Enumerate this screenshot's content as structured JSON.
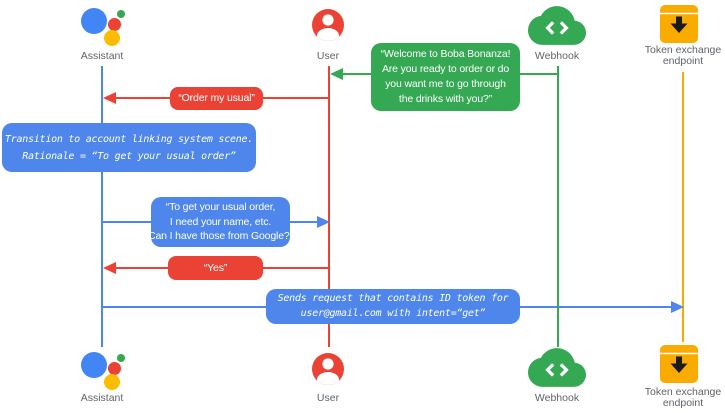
{
  "colors": {
    "blue": "#4E86EC",
    "red": "#EA4335",
    "green": "#34A853",
    "yellow": "#F9AB00",
    "assistant-blue": "#4285F4",
    "assistant-yellow": "#FBBC04",
    "label-gray": "#5F6368"
  },
  "actors": {
    "assistant": {
      "label": "Assistant",
      "icon": "google-assistant-logo",
      "lifeline_color": "#4E86EC"
    },
    "user": {
      "label": "User",
      "icon": "user-avatar",
      "lifeline_color": "#EA4335"
    },
    "webhook": {
      "label": "Webhook",
      "icon": "code-cloud",
      "lifeline_color": "#34A853"
    },
    "token": {
      "label": "Token exchange endpoint",
      "icon": "archive-box-down-arrow",
      "lifeline_color": "#F9AB00"
    }
  },
  "messages": {
    "welcome": {
      "from": "webhook",
      "to": "user",
      "style": "speech",
      "color": "#34A853",
      "text": "“Welcome to Boba Bonanza!\nAre you ready to order or do\nyou want me to go through\nthe drinks with you?”"
    },
    "order_usual": {
      "from": "user",
      "to": "assistant",
      "style": "speech",
      "color": "#EA4335",
      "text": "“Order my usual”"
    },
    "transition_note": {
      "note_on": "assistant",
      "style": "system-mono",
      "color": "#4E86EC",
      "text": "Transition to account linking system scene.\nRationale = “To get your usual order”"
    },
    "ask_info": {
      "from": "assistant",
      "to": "user",
      "style": "speech",
      "color": "#4E86EC",
      "text": "“To get your usual order,\nI need your name, etc.\nCan I have those from Google?”"
    },
    "yes": {
      "from": "user",
      "to": "assistant",
      "style": "speech",
      "color": "#EA4335",
      "text": "“Yes”"
    },
    "send_request": {
      "from": "assistant",
      "to": "token",
      "style": "system-mono",
      "color": "#4E86EC",
      "text": "Sends request that contains ID token for\nuser@gmail.com with intent=“get”"
    }
  }
}
